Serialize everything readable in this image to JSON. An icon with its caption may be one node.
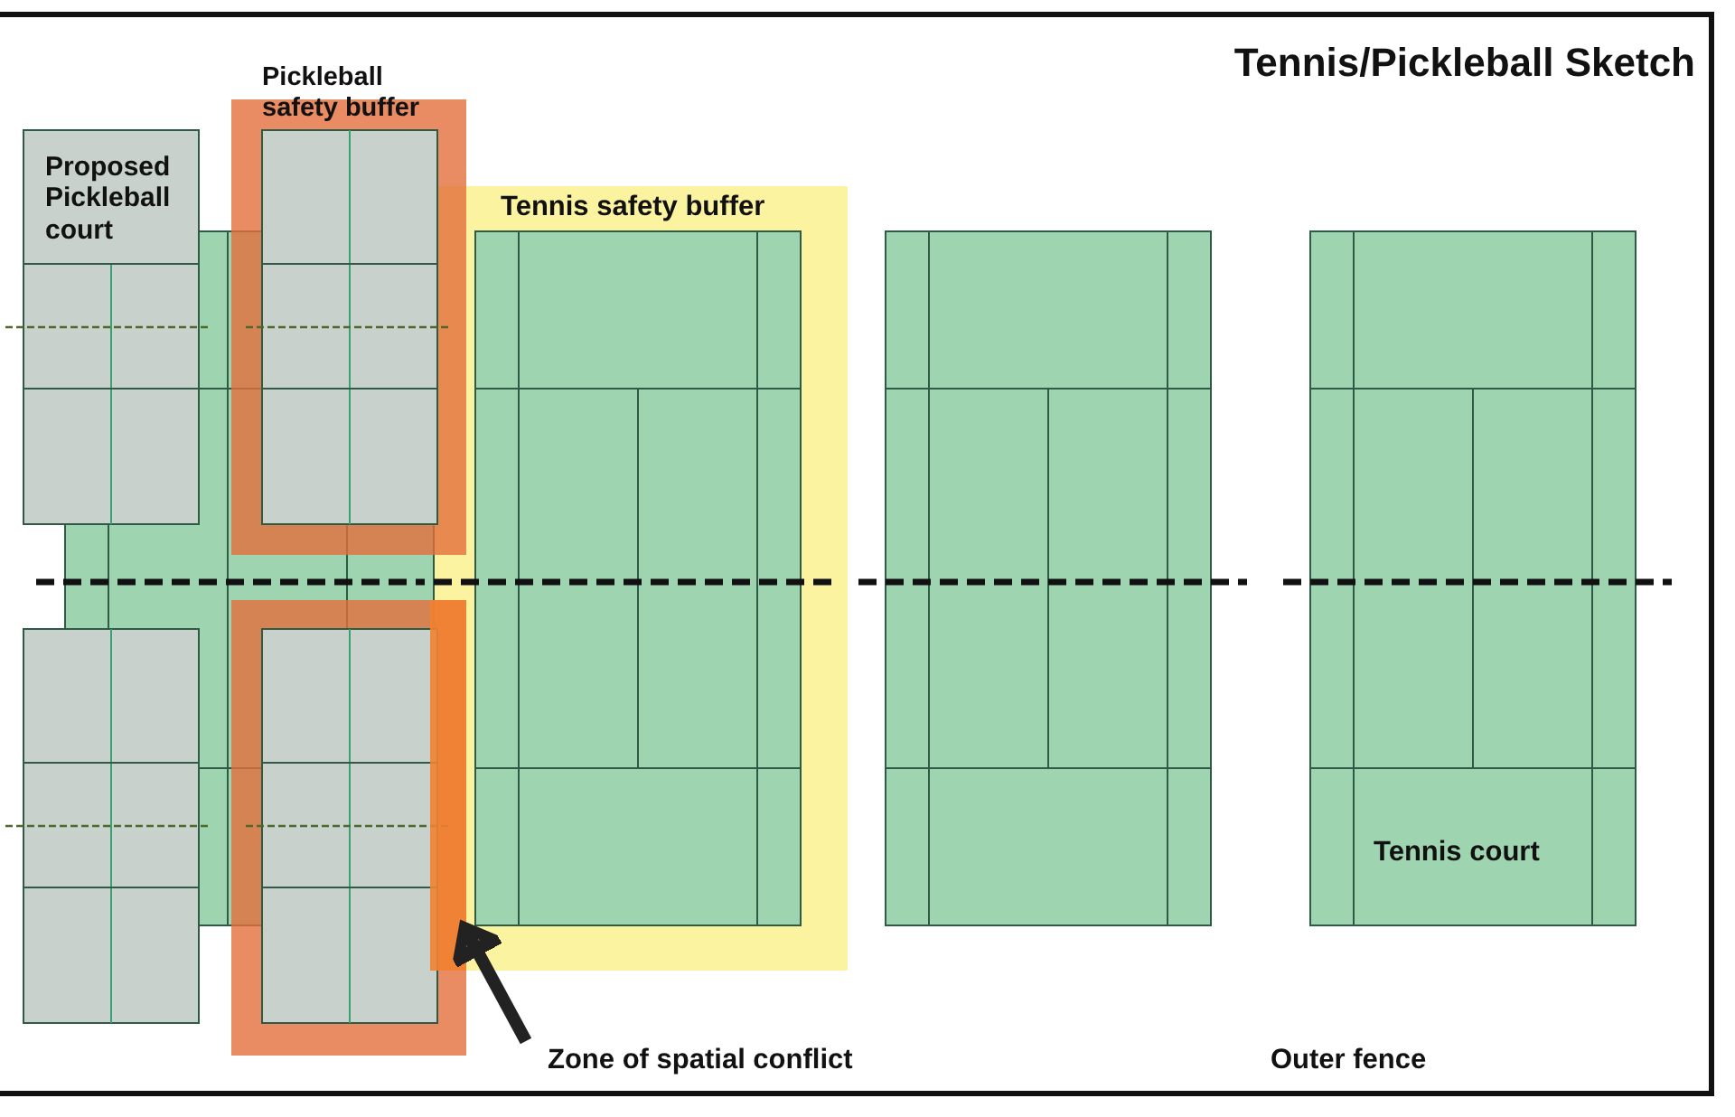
{
  "diagram": {
    "title": "Tennis/Pickleball Sketch",
    "nodes": [
      {
        "text": [
          "Zone of spatial conflict"
        ]
      },
      {
        "text": [],
        "shape": "bar"
      }
    ],
    "edges": [
      {
        "from": 0,
        "to": 1,
        "arrow": "to"
      }
    ],
    "labels": [
      "Pickleball safety buffer",
      "Proposed Pickleball court",
      "Tennis safety buffer",
      "Tennis court",
      "Outer fence"
    ]
  }
}
